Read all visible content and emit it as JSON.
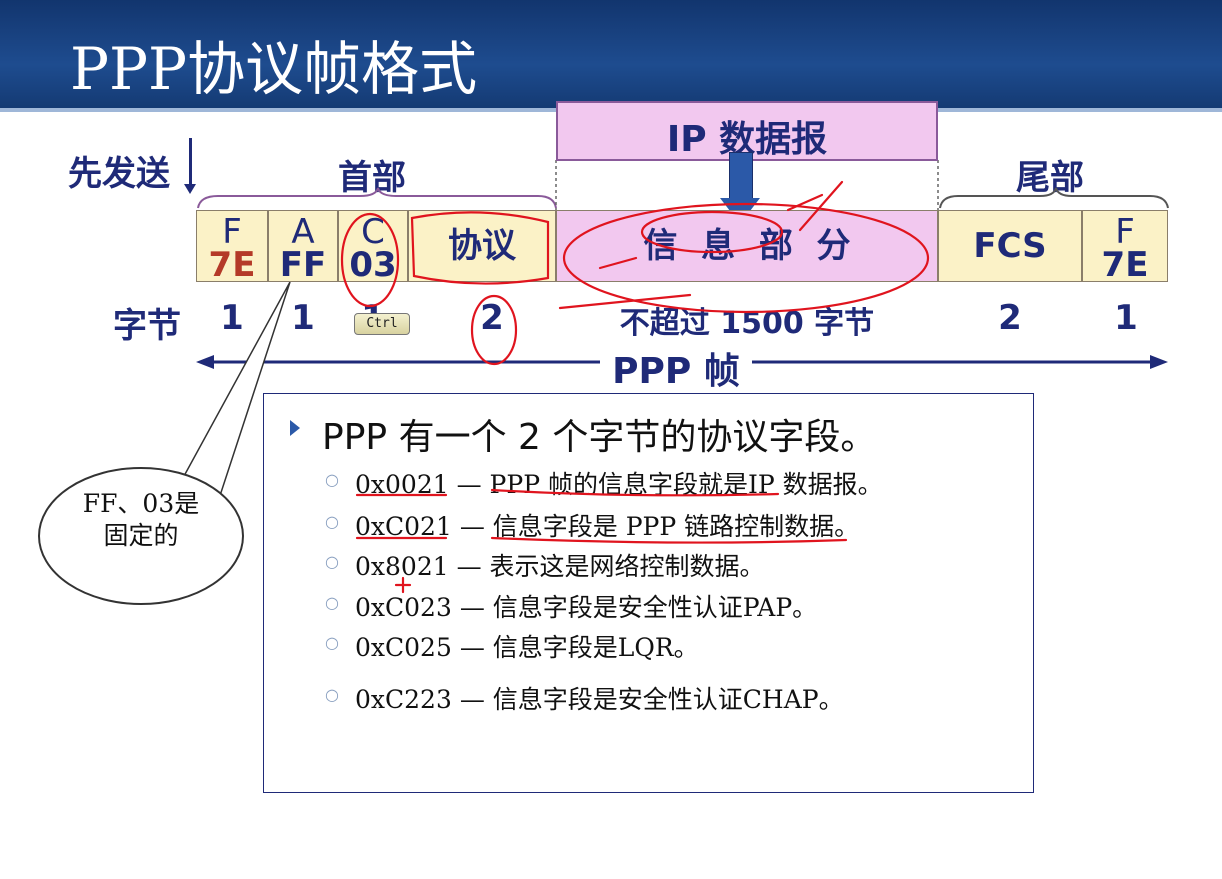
{
  "slide": {
    "title": "PPP协议帧格式",
    "send_first": "先发送",
    "header_label": "首部",
    "trailer_label": "尾部",
    "ip_datagram": "IP 数据报",
    "frame_label": "PPP 帧",
    "bytes_label": "字节"
  },
  "fields": [
    {
      "name": "F",
      "value": "7E",
      "bytes": "1"
    },
    {
      "name": "A",
      "value": "FF",
      "bytes": "1"
    },
    {
      "name": "C",
      "value": "03",
      "bytes": "1"
    },
    {
      "name": "协议",
      "bytes": "2"
    },
    {
      "name": "信  息  部  分",
      "bytes": "不超过 1500 字节"
    },
    {
      "name": "FCS",
      "bytes": "2"
    },
    {
      "name": "F",
      "value": "7E",
      "bytes": "1"
    }
  ],
  "callout": "FF、03是固定的",
  "ctrl_key": "Ctrl",
  "info_box": {
    "heading": "PPP 有一个 2 个字节的协议字段。",
    "items": [
      {
        "code": "0x0021",
        "desc": "PPP 帧的信息字段就是IP 数据报。"
      },
      {
        "code": "0xC021",
        "desc": "信息字段是 PPP 链路控制数据。"
      },
      {
        "code": "0x8021",
        "desc": "表示这是网络控制数据。"
      },
      {
        "code": "0xC023",
        "desc": "信息字段是安全性认证PAP。"
      },
      {
        "code": "0xC025",
        "desc": "信息字段是LQR。"
      },
      {
        "code": "0xC223",
        "desc": "信息字段是安全性认证CHAP。"
      }
    ],
    "dash": "—"
  },
  "colors": {
    "title_bar": "#1e4c8f",
    "field_fill": "#fbf2c7",
    "info_fill": "#f2c8ef",
    "label_navy": "#1f2a78",
    "value_red": "#b43a28",
    "annotation": "#e0141e"
  }
}
